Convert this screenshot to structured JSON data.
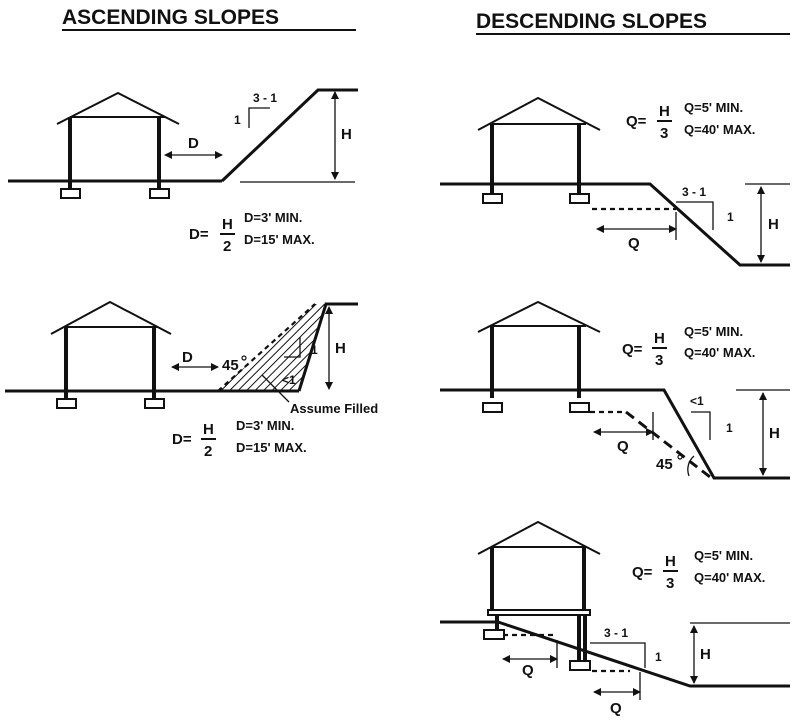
{
  "titles": {
    "ascending": "ASCENDING SLOPES",
    "descending": "DESCENDING SLOPES"
  },
  "ascending": {
    "d1": {
      "slope_ratio": "3 - 1",
      "rise": "1",
      "height": "H",
      "setback": "D",
      "formula_lhs": "D=",
      "formula_num": "H",
      "formula_den": "2",
      "min": "D=3' MIN.",
      "max": "D=15' MAX."
    },
    "d2": {
      "angle": "45",
      "slope_ratio": "<1",
      "rise": "1",
      "height": "H",
      "setback": "D",
      "fill_note": "Assume Filled",
      "formula_lhs": "D=",
      "formula_num": "H",
      "formula_den": "2",
      "min": "D=3'  MIN.",
      "max": "D=15' MAX."
    }
  },
  "descending": {
    "d1": {
      "formula_lhs": "Q=",
      "formula_num": "H",
      "formula_den": "3",
      "min": "Q=5'  MIN.",
      "max": "Q=40' MAX.",
      "slope_ratio": "3 - 1",
      "rise": "1",
      "height": "H",
      "setback": "Q"
    },
    "d2": {
      "formula_lhs": "Q=",
      "formula_num": "H",
      "formula_den": "3",
      "min": "Q=5'  MIN.",
      "max": "Q=40' MAX.",
      "slope_ratio": "<1",
      "rise": "1",
      "height": "H",
      "setback": "Q",
      "angle": "45"
    },
    "d3": {
      "formula_lhs": "Q=",
      "formula_num": "H",
      "formula_den": "3",
      "min": "Q=5'  MIN.",
      "max": "Q=40' MAX.",
      "slope_ratio": "3 - 1",
      "rise": "1",
      "height": "H",
      "setback_upper": "Q",
      "setback_lower": "Q"
    }
  }
}
